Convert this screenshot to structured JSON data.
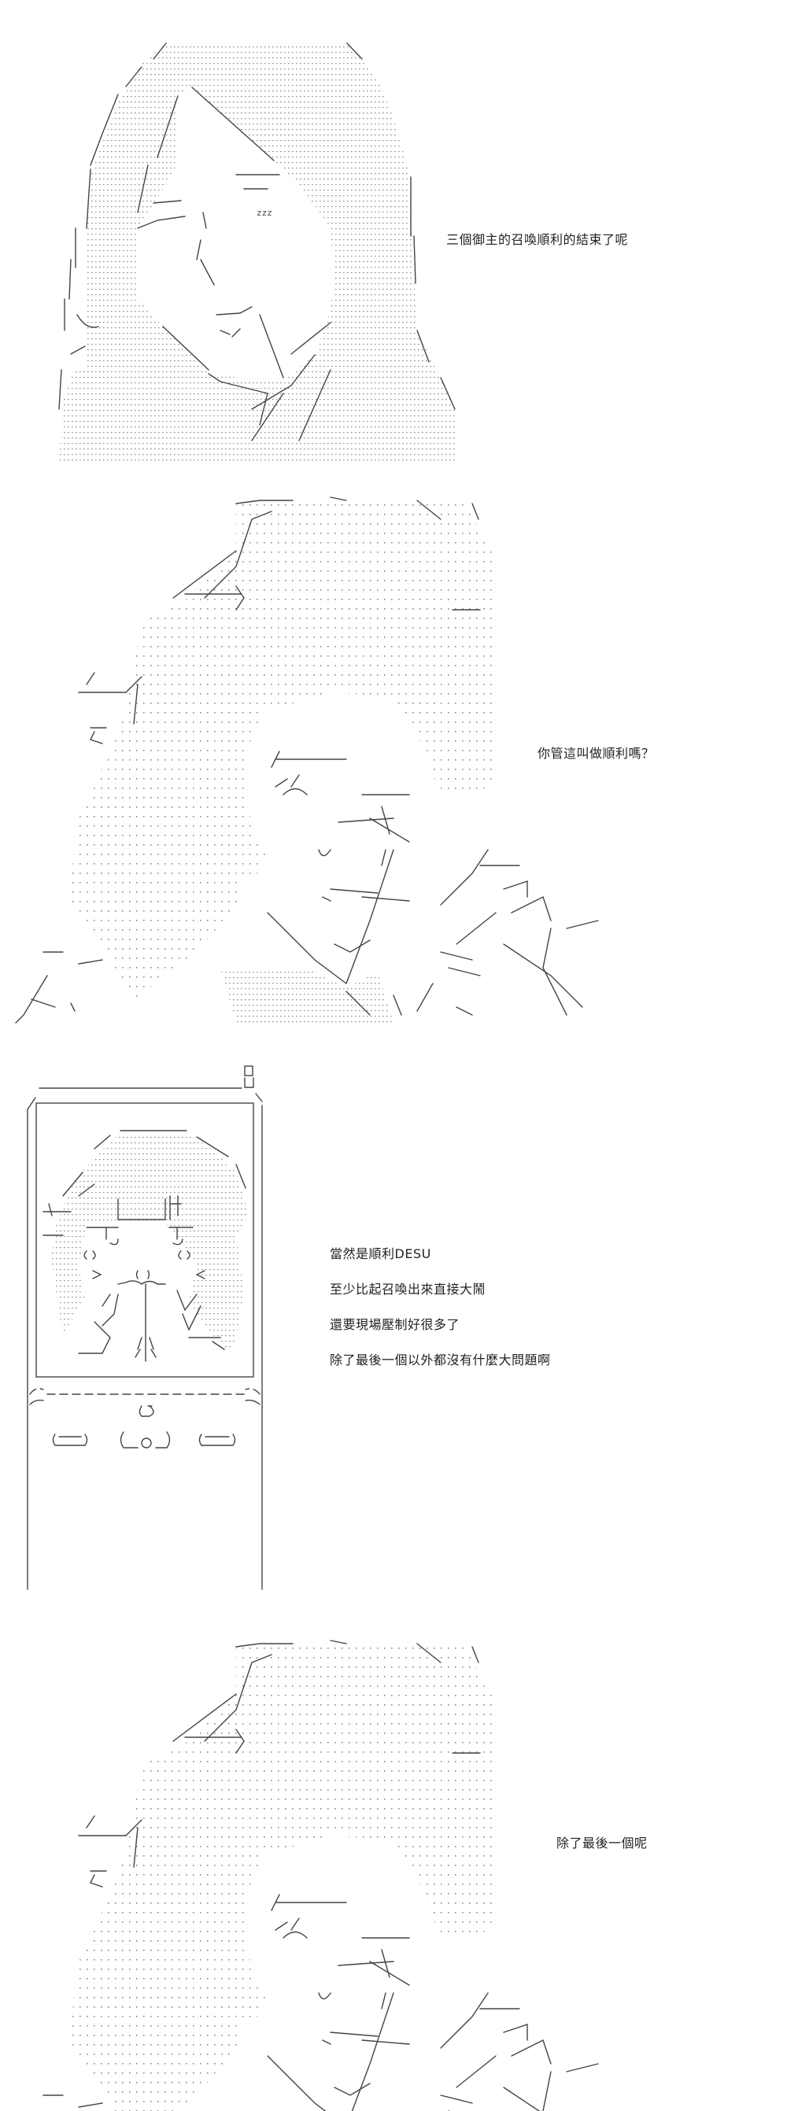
{
  "panels": [
    {
      "id": "panel-1",
      "dialogue": [
        "三個御主的召喚順利的結束了呢"
      ],
      "art_label": "zzz"
    },
    {
      "id": "panel-2",
      "dialogue": [
        "你管這叫做順利嗎？"
      ]
    },
    {
      "id": "panel-3",
      "dialogue": [
        "當然是順利DESU",
        "至少比起召喚出來直接大鬧",
        "還要現場壓制好很多了",
        "除了最後一個以外都沒有什麼大問題啊"
      ]
    },
    {
      "id": "panel-4",
      "dialogue": [
        "除了最後一個呢"
      ]
    }
  ],
  "colors": {
    "text": "#222222",
    "art": "#444444",
    "background": "#ffffff"
  }
}
